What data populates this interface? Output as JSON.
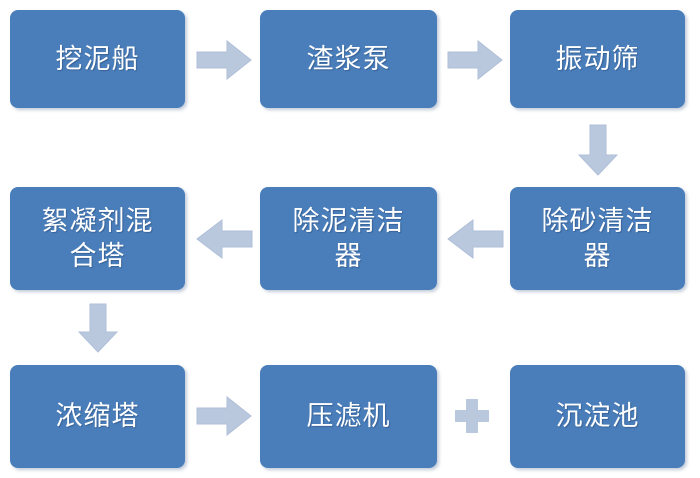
{
  "diagram": {
    "type": "process-flowchart",
    "orientation": "serpentine",
    "background_color": "#FFFFFF",
    "node_color": "#4A7EBB",
    "node_text_color": "#FFFFFF",
    "connector_color": "#BAC8DE",
    "connector_border_color": "#A8B8D4",
    "nodes": [
      {
        "id": "n1",
        "label": "挖泥船",
        "row": 1,
        "col": 1,
        "lines": 1
      },
      {
        "id": "n2",
        "label": "渣浆泵",
        "row": 1,
        "col": 2,
        "lines": 1
      },
      {
        "id": "n3",
        "label": "振动筛",
        "row": 1,
        "col": 3,
        "lines": 1
      },
      {
        "id": "n4",
        "label": "絮凝剂混\n合塔",
        "row": 2,
        "col": 1,
        "lines": 2
      },
      {
        "id": "n5",
        "label": "除泥清洁\n器",
        "row": 2,
        "col": 2,
        "lines": 2
      },
      {
        "id": "n6",
        "label": "除砂清洁\n器",
        "row": 2,
        "col": 3,
        "lines": 2
      },
      {
        "id": "n7",
        "label": "浓缩塔",
        "row": 3,
        "col": 1,
        "lines": 1
      },
      {
        "id": "n8",
        "label": "压滤机",
        "row": 3,
        "col": 2,
        "lines": 1
      },
      {
        "id": "n9",
        "label": "沉淀池",
        "row": 3,
        "col": 3,
        "lines": 1
      }
    ],
    "connectors": [
      {
        "id": "c1",
        "from": "n1",
        "to": "n2",
        "kind": "arrow",
        "direction": "right"
      },
      {
        "id": "c2",
        "from": "n2",
        "to": "n3",
        "kind": "arrow",
        "direction": "right"
      },
      {
        "id": "c3",
        "from": "n3",
        "to": "n6",
        "kind": "arrow",
        "direction": "down"
      },
      {
        "id": "c4",
        "from": "n6",
        "to": "n5",
        "kind": "arrow",
        "direction": "left"
      },
      {
        "id": "c5",
        "from": "n5",
        "to": "n4",
        "kind": "arrow",
        "direction": "left"
      },
      {
        "id": "c6",
        "from": "n4",
        "to": "n7",
        "kind": "arrow",
        "direction": "down"
      },
      {
        "id": "c7",
        "from": "n7",
        "to": "n8",
        "kind": "arrow",
        "direction": "right"
      },
      {
        "id": "c8",
        "from": "n8",
        "to": "n9",
        "kind": "plus",
        "direction": "none"
      }
    ]
  }
}
